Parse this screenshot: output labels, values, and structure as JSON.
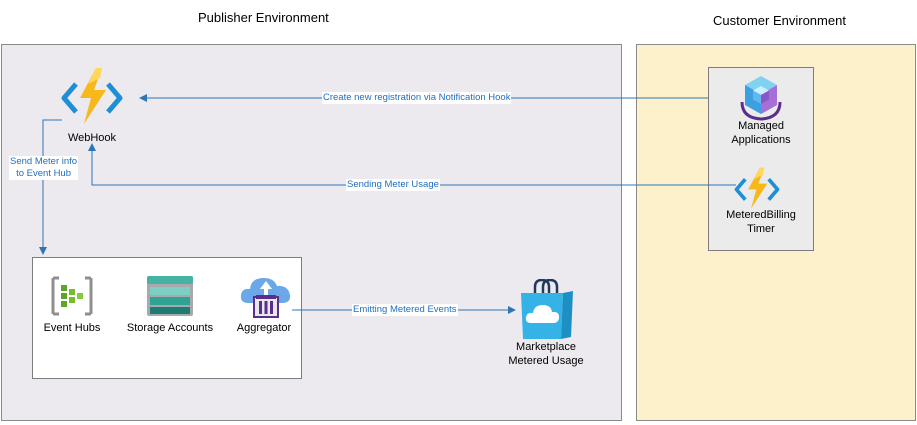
{
  "environments": {
    "publisher": "Publisher Environment",
    "customer": "Customer Environment"
  },
  "nodes": {
    "webhook": "WebHook",
    "event_hubs": "Event Hubs",
    "storage_accounts": "Storage Accounts",
    "aggregator": "Aggregator",
    "marketplace_line1": "Marketplace",
    "marketplace_line2": "Metered Usage",
    "managed_apps_line1": "Managed",
    "managed_apps_line2": "Applications",
    "metered_billing_line1": "MeteredBilling",
    "metered_billing_line2": "Timer"
  },
  "edges": {
    "create_registration": "Create new registration via Notification Hook",
    "sending_meter_usage": "Sending Meter Usage",
    "send_meter_info_line1": "Send Meter info",
    "send_meter_info_line2": "to Event Hub",
    "emitting_events": "Emitting Metered Events"
  },
  "colors": {
    "publisher_bg": "#eceaef",
    "customer_bg": "#fdf1cc",
    "arrow": "#2e75b6",
    "function_blue": "#1e8fd6",
    "function_yellow": "#f7b81c"
  }
}
